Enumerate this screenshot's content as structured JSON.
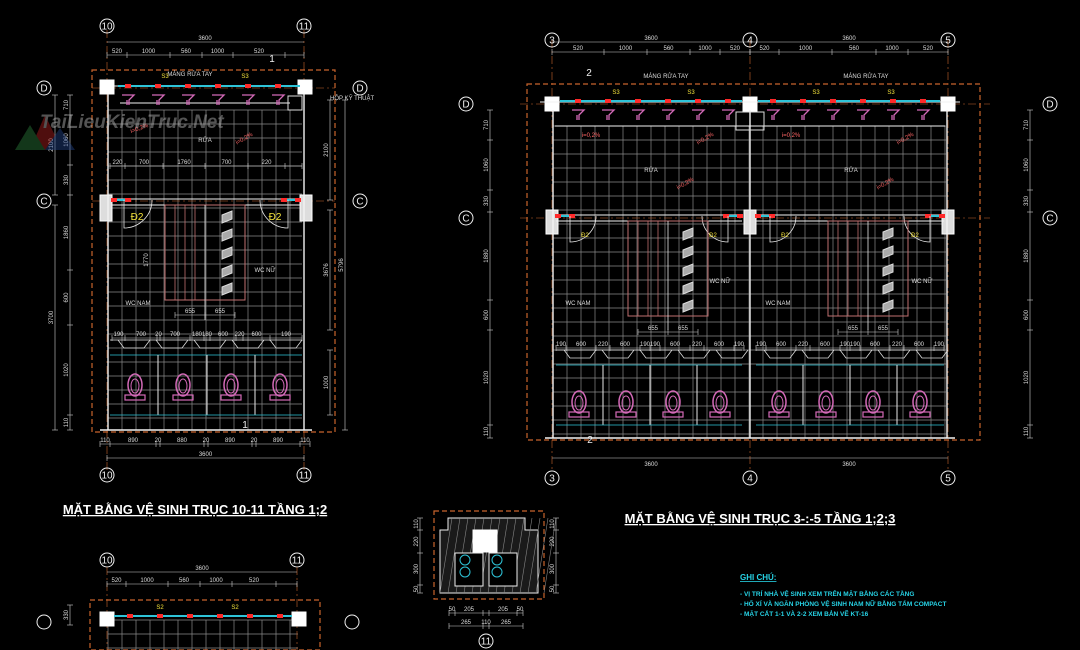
{
  "plan_left": {
    "title": "MẶT BẰNG VỆ SINH TRỤC 10-11 TẦNG 1;2",
    "axes_x": [
      "10",
      "11"
    ],
    "axes_y": [
      "D",
      "C"
    ],
    "top_total": "3600",
    "top_dims": [
      "520",
      "1000",
      "560",
      "1000",
      "520"
    ],
    "bottom_dims": [
      "110",
      "890",
      "20",
      "880",
      "20",
      "890",
      "20",
      "890",
      "110"
    ],
    "bottom_total": "3600",
    "left_dims": [
      "710",
      "1060",
      "330",
      "1860",
      "600",
      "1020",
      "110"
    ],
    "left_total_top": "2100",
    "left_total_bottom": "3700",
    "right_dims": [
      "2100",
      "5796",
      "3676",
      "1000"
    ],
    "inner_dims": [
      "220",
      "700",
      "1760",
      "700",
      "220"
    ],
    "urinal_dims": [
      "190",
      "700",
      "20",
      "700",
      "180",
      "180",
      "600",
      "220",
      "600",
      "190"
    ],
    "stall_dims": [
      "655",
      "655"
    ],
    "door_dim": "1770",
    "sink_label": "MÁNG RỬA TAY",
    "shaft_label": "HỘP KỸ THUẬT",
    "s_label": "S3",
    "room_wash": "RỬA",
    "room_men": "WC NAM",
    "room_women": "WC NỮ",
    "door_label": "Đ2",
    "slope": "i=0,2%",
    "section_mark": "1"
  },
  "plan_right": {
    "title": "MẶT BẰNG VỆ SINH TRỤC 3-:-5 TẦNG 1;2;3",
    "axes_x": [
      "3",
      "4",
      "5"
    ],
    "axes_y": [
      "D",
      "C"
    ],
    "top_total": [
      "3600",
      "3600"
    ],
    "top_dims": [
      "520",
      "1000",
      "560",
      "1000",
      "520",
      "520",
      "1000",
      "560",
      "1000",
      "520"
    ],
    "bottom_total": [
      "3600",
      "3600"
    ],
    "left_dims": [
      "710",
      "1060",
      "330",
      "1880",
      "600",
      "1020",
      "110"
    ],
    "urinal_dims": [
      "190",
      "600",
      "220",
      "600",
      "190",
      "190",
      "600",
      "220",
      "600",
      "190"
    ],
    "stall_dims": [
      "655",
      "655"
    ],
    "sink_label": "MÁNG RỬA TAY",
    "s_label": "S3",
    "room_wash": "RỬA",
    "room_men": "WC NAM",
    "room_women": "WC NỮ",
    "door_label": "Đ2",
    "slope": "i=0,2%",
    "section_mark": "2"
  },
  "plan_bottom": {
    "axes_x": [
      "10",
      "11"
    ],
    "top_total": "3600",
    "top_dims": [
      "520",
      "1000",
      "560",
      "1000",
      "520"
    ],
    "s_label": "S2",
    "left_dim": "330"
  },
  "detail": {
    "left_dims": [
      "110",
      "220",
      "300",
      "50"
    ],
    "right_dims": [
      "110",
      "220",
      "300",
      "50"
    ],
    "bottom_dims": [
      "50",
      "205",
      "205",
      "50"
    ],
    "bottom_totals": [
      "265",
      "110",
      "265"
    ],
    "axis": "11"
  },
  "notes": {
    "heading": "GHI CHÚ:",
    "items": [
      "- VỊ TRÍ NHÀ VỆ SINH XEM TRÊN MẶT BẰNG CÁC TẦNG",
      "- HỐ XÍ VÀ NGĂN PHÒNG VỆ SINH NAM NỮ BẰNG TẤM COMPACT",
      "- MẶT CẮT 1-1 VÀ 2-2 XEM BẢN VẼ KT-16"
    ]
  },
  "watermark": "TaiLieuKienTruc.Net",
  "colors": {
    "background": "#000000",
    "wall": "#f2f2f2",
    "tile": "#8a8a8a",
    "boundary": "#c8642c",
    "fixture": "#d46ab8",
    "pipe": "#2ec4d8",
    "valve": "#ff2a2a",
    "note": "#27d3e6",
    "door_text": "#f4e23a"
  }
}
